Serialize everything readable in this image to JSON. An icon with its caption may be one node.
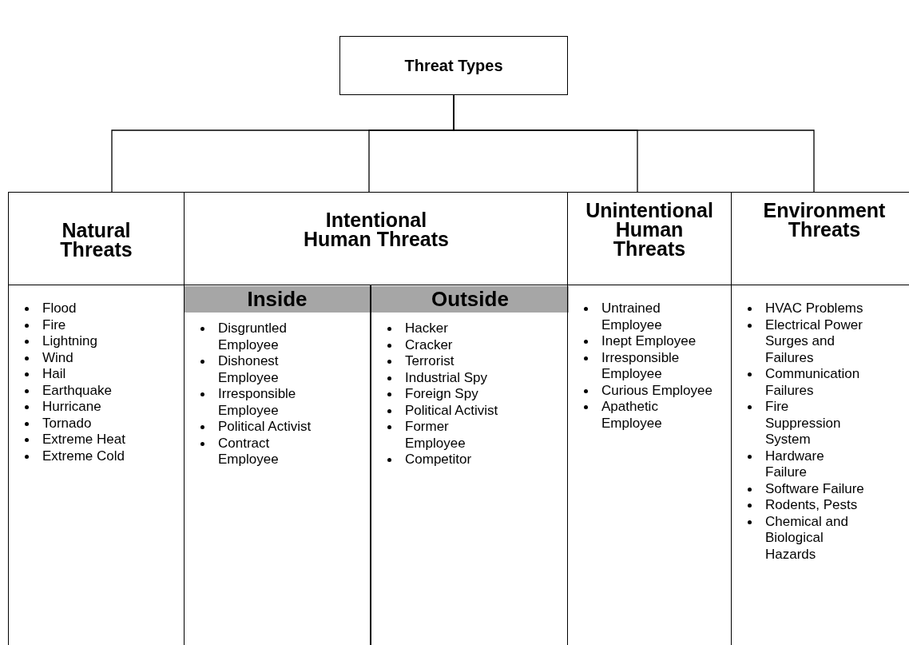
{
  "diagram": {
    "nodes": [
      {
        "text": [
          "Threat Types"
        ]
      },
      {
        "text": [
          "Natural Threats",
          "Flood",
          "Fire",
          "Lightning",
          "Wind",
          "Hail",
          "Earthquake",
          "Hurricane",
          "Tornado",
          "Extreme Heat",
          "Extreme Cold"
        ]
      },
      {
        "text": [
          "Intentional Human Threats"
        ]
      },
      {
        "text": [
          "Inside",
          "Disgruntled Employee",
          "Dishonest Employee",
          "Irresponsible Employee",
          "Political Activist",
          "Contract Employee"
        ],
        "in": 2
      },
      {
        "text": [
          "Outside",
          "Hacker",
          "Cracker",
          "Terrorist",
          "Industrial Spy",
          "Foreign Spy",
          "Political Activist",
          "Former Employee",
          "Competitor"
        ],
        "in": 2
      },
      {
        "text": [
          "Unintentional Human Threats",
          "Untrained Employee",
          "Inept Employee",
          "Irresponsible Employee",
          "Curious Employee",
          "Apathetic Employee"
        ]
      },
      {
        "text": [
          "Environment Threats",
          "HVAC Problems",
          "Electrical Power Surges and Failures",
          "Communication Failures",
          "Fire Suppression System",
          "Hardware Failure",
          "Software Failure",
          "Rodents, Pests",
          "Chemical and Biological Hazards"
        ]
      }
    ],
    "edges": [
      {
        "from": 0,
        "to": 1,
        "arrow": "none"
      },
      {
        "from": 0,
        "to": 2,
        "arrow": "none"
      },
      {
        "from": 0,
        "to": 5,
        "arrow": "none"
      },
      {
        "from": 0,
        "to": 6,
        "arrow": "none"
      }
    ]
  }
}
